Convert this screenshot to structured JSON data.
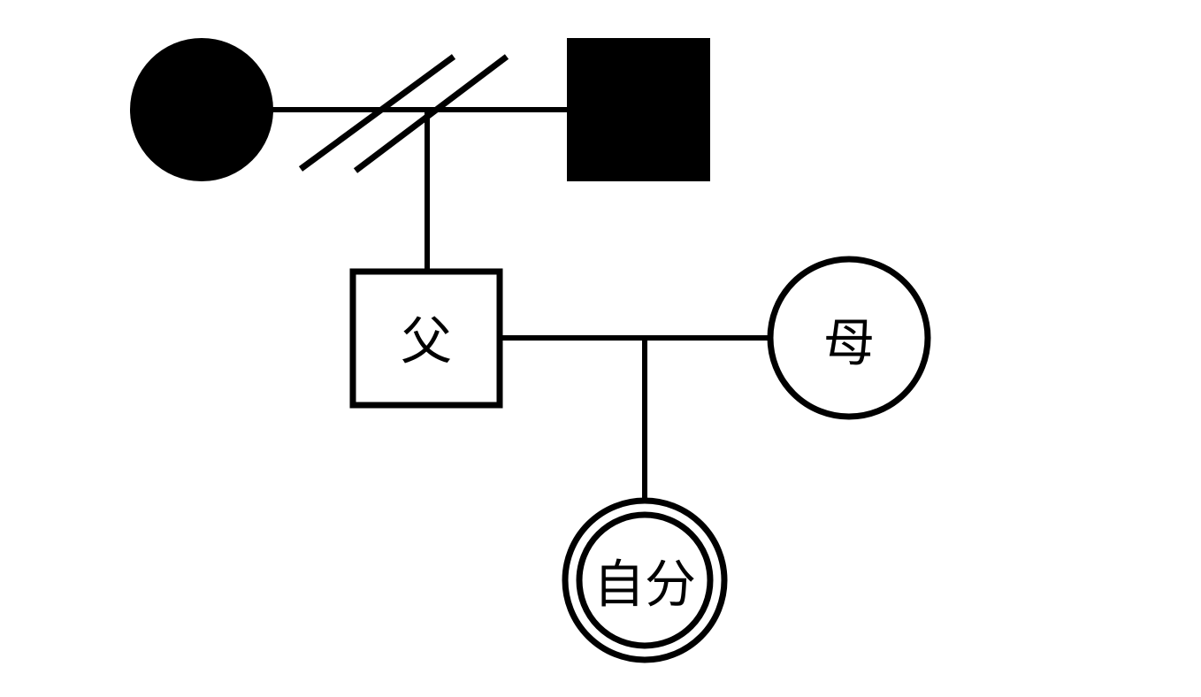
{
  "diagram": {
    "kind": "genogram",
    "colors": {
      "background": "#ffffff",
      "stroke": "#000000",
      "filled_node": "#000000"
    },
    "nodes": {
      "grandmother": {
        "shape": "filled-circle",
        "label": ""
      },
      "grandfather": {
        "shape": "filled-square",
        "label": ""
      },
      "father": {
        "shape": "outlined-square",
        "label": "父"
      },
      "mother": {
        "shape": "outlined-circle",
        "label": "母"
      },
      "self": {
        "shape": "double-circle",
        "label": "自分"
      }
    },
    "marks": {
      "grandparents_union": "double-slash"
    }
  }
}
